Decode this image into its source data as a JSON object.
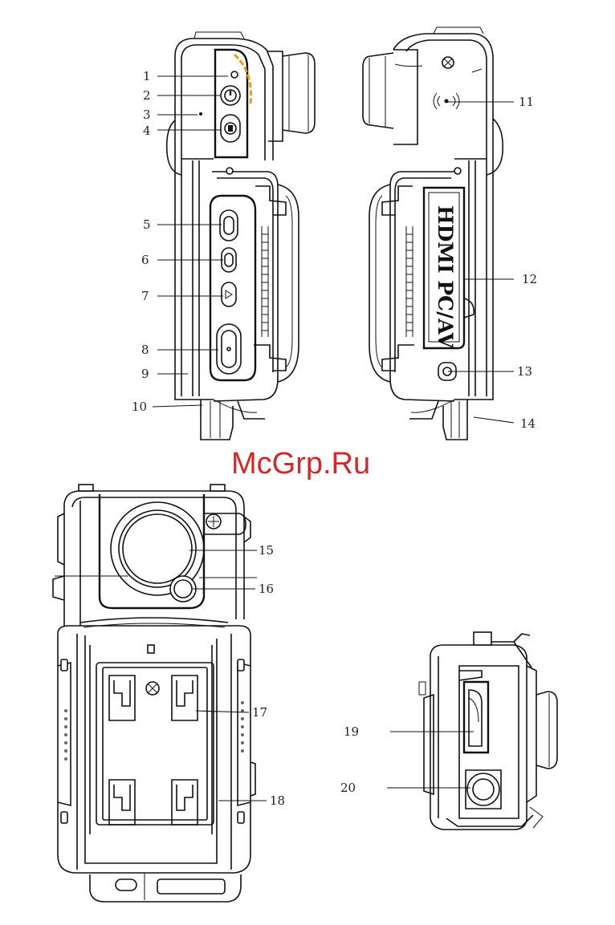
{
  "watermark": "McGrp.Ru",
  "panel_text": "HDMI PC/AV",
  "callouts": [
    {
      "id": "c1",
      "label": "1"
    },
    {
      "id": "c2",
      "label": "2"
    },
    {
      "id": "c3",
      "label": "3"
    },
    {
      "id": "c4",
      "label": "4"
    },
    {
      "id": "c5",
      "label": "5"
    },
    {
      "id": "c6",
      "label": "6"
    },
    {
      "id": "c7",
      "label": "7"
    },
    {
      "id": "c8",
      "label": "8"
    },
    {
      "id": "c9",
      "label": "9"
    },
    {
      "id": "c10",
      "label": "10"
    },
    {
      "id": "c11",
      "label": "11"
    },
    {
      "id": "c12",
      "label": "12"
    },
    {
      "id": "c13",
      "label": "13"
    },
    {
      "id": "c14",
      "label": "14"
    },
    {
      "id": "c15",
      "label": "15"
    },
    {
      "id": "c16",
      "label": "16"
    },
    {
      "id": "c17",
      "label": "17"
    },
    {
      "id": "c18",
      "label": "18"
    },
    {
      "id": "c19",
      "label": "19"
    },
    {
      "id": "c20",
      "label": "20"
    }
  ],
  "colors": {
    "line": "#111111",
    "accent": "#e0a020",
    "watermark": "#d42828"
  }
}
